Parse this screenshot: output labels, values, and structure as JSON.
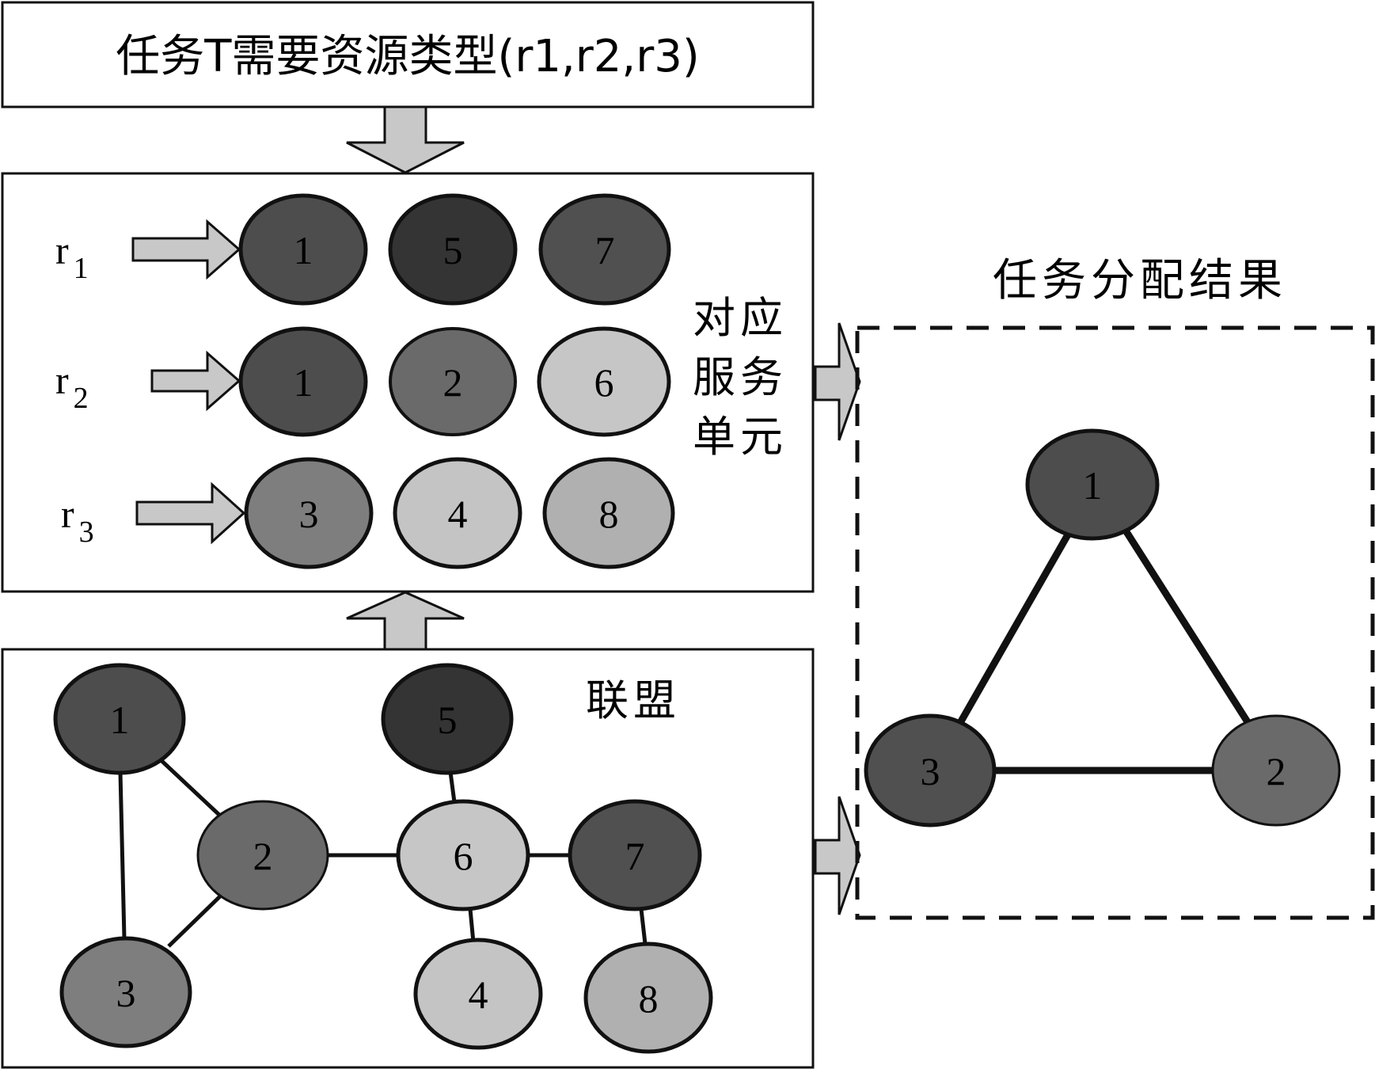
{
  "header": {
    "title": "任务T需要资源类型(r1,r2,r3)"
  },
  "resources": [
    {
      "label": "r",
      "sub": "1",
      "nodes": [
        "1",
        "5",
        "7"
      ]
    },
    {
      "label": "r",
      "sub": "2",
      "nodes": [
        "1",
        "2",
        "6"
      ]
    },
    {
      "label": "r",
      "sub": "3",
      "nodes": [
        "3",
        "4",
        "8"
      ]
    }
  ],
  "side_label": [
    "对应",
    "服务",
    "单元"
  ],
  "coalition": {
    "label": "联盟",
    "nodes": [
      "1",
      "2",
      "3",
      "5",
      "6",
      "7",
      "4",
      "8"
    ]
  },
  "result": {
    "title": "任务分配结果",
    "nodes": [
      "1",
      "3",
      "2"
    ]
  },
  "colors": {
    "n1": "#4d4d4d",
    "n2": "#6a6a6a",
    "n3": "#7e7e7e",
    "n4": "#c4c4c4",
    "n5": "#343434",
    "n6": "#c6c6c6",
    "n7": "#505050",
    "n8": "#b0b0b0",
    "arrow_fill": "#c8c8c8"
  }
}
